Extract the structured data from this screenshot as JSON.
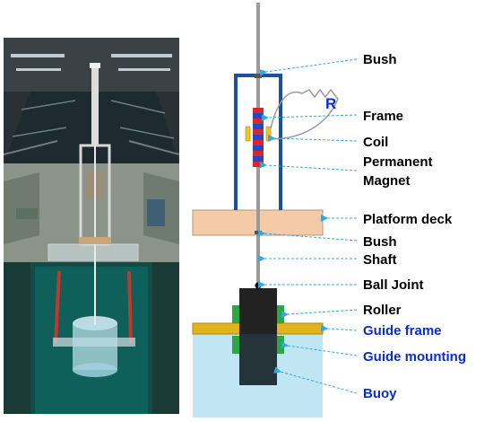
{
  "photo": {
    "description_icon": "experiment-photo"
  },
  "diagram": {
    "resistor_label": "R",
    "labels": {
      "bush_top": "Bush",
      "frame": "Frame",
      "coil": "Coil",
      "permanent": "Permanent",
      "magnet": "Magnet",
      "platform_deck": "Platform deck",
      "bush_bottom": "Bush",
      "shaft": "Shaft",
      "ball_joint": "Ball Joint",
      "roller": "Roller",
      "guide_frame": "Guide frame",
      "guide_mounting": "Guide mounting",
      "buoy": "Buoy"
    },
    "colors": {
      "frame": "#1f4fa0",
      "magnet_red": "#e0242b",
      "magnet_blue": "#2b44c6",
      "coil": "#f2c230",
      "deck": "#f5cba7",
      "guide_frame": "#e3b31e",
      "buoy": "#222222",
      "water": "#bfe6f2",
      "roller": "#2aa845",
      "arrow": "#35a7e0",
      "label_blue": "#0a2bd6"
    }
  }
}
